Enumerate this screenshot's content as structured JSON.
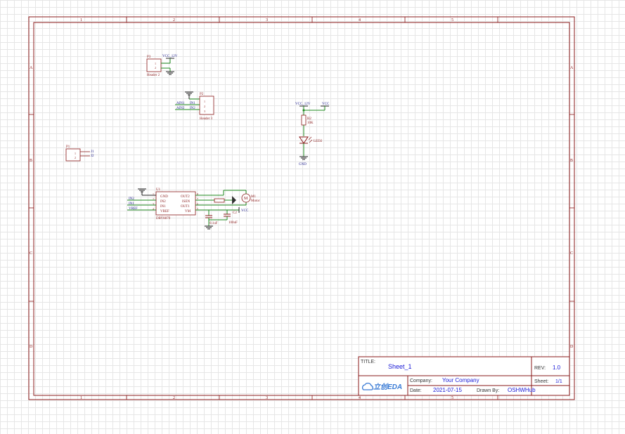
{
  "frame": {
    "col_labels": [
      "1",
      "2",
      "3",
      "4",
      "5"
    ],
    "row_labels": [
      "A",
      "B",
      "C",
      "D"
    ]
  },
  "title_block": {
    "title_label": "TITLE:",
    "title_value": "Sheet_1",
    "rev_label": "REV:",
    "rev_value": "1.0",
    "company_label": "Company:",
    "company_value": "Your Company",
    "sheet_label": "Sheet:",
    "sheet_value": "1/1",
    "date_label": "Date:",
    "date_value": "2021-07-15",
    "drawn_label": "Drawn By:",
    "drawn_value": "OSHWHub",
    "logo_text": "立创EDA"
  },
  "components": {
    "p1": {
      "ref": "P1",
      "pins": [
        "1",
        "2"
      ],
      "nets": [
        "J1",
        "J2"
      ]
    },
    "p3": {
      "ref": "P3",
      "net": "VCC_12V",
      "pins": [
        "1",
        "2"
      ],
      "name": "Header 2"
    },
    "p2": {
      "ref": "P2",
      "pins": [
        "1",
        "2",
        "3"
      ],
      "nets": [
        "AIN1",
        "AIN2"
      ],
      "pin_nets": [
        "IN1",
        "IN2"
      ],
      "name": "Header 3"
    },
    "led": {
      "net_top": "VCC_12V",
      "net_right": "VCC",
      "r_ref": "R2",
      "r_val": "10K",
      "led_ref": "LED2",
      "net_gnd": "GND"
    },
    "u1": {
      "ref": "U1",
      "name": "DRV8870",
      "left_pins": [
        "GND",
        "IN2",
        "IN1",
        "VREF"
      ],
      "left_nums": [
        "1",
        "2",
        "3",
        "4"
      ],
      "right_pins": [
        "OUT2",
        "ISEN",
        "OUT1",
        "VM"
      ],
      "right_nums": [
        "8",
        "7",
        "6",
        "5"
      ],
      "left_nets": [
        "IN2",
        "IN1",
        "VREF"
      ],
      "motor_ref": "M1",
      "motor_sym": "M",
      "motor_name": "Motor",
      "c1_val": "0.1uF",
      "c2_ref": "C2",
      "c2_val": "100uF",
      "vm_net": "VCC"
    }
  }
}
